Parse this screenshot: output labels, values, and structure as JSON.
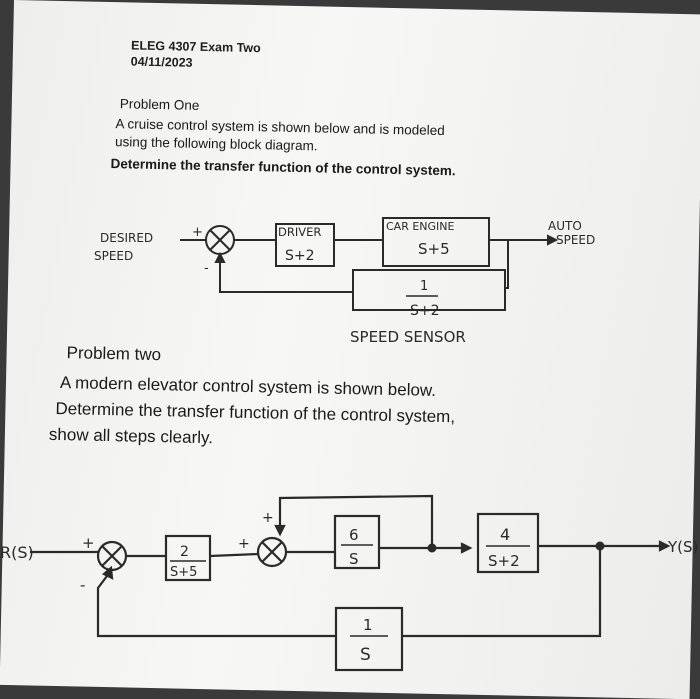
{
  "header": {
    "course": "ELEG 4307 Exam Two",
    "date": "04/11/2023"
  },
  "problem_one": {
    "title": "Problem One",
    "text_line1": "A cruise control system is shown below and is modeled",
    "text_line2": "using the following block diagram.",
    "task": "Determine the transfer function of the control system.",
    "diagram": {
      "input_label_1": "DESIRED",
      "input_label_2": "SPEED",
      "sum_plus": "+",
      "sum_minus": "-",
      "driver_name": "DRIVER",
      "driver_tf": "S+2",
      "car_name": "CAR ENGINE",
      "car_tf": "S+5",
      "output_label_1": "AUTO",
      "output_label_2": "SPEED",
      "sensor_num": "1",
      "sensor_den": "S+2",
      "sensor_name": "SPEED SENSOR"
    }
  },
  "problem_two": {
    "title": "Problem two",
    "text_line1": "A modern elevator control system is shown below.",
    "text_line2": "Determine the transfer function of the control system,",
    "text_line3": "show all steps clearly.",
    "diagram": {
      "input_label": "R(S)",
      "sum1_plus": "+",
      "sum1_minus": "-",
      "block1_num": "2",
      "block1_den": "S+5",
      "sum2_plus_left": "+",
      "sum2_plus_top": "+",
      "block2_num": "6",
      "block2_den": "S",
      "block3_num": "4",
      "block3_den": "S+2",
      "output_label": "Y(S)",
      "feedback_num": "1",
      "feedback_den": "S"
    }
  }
}
